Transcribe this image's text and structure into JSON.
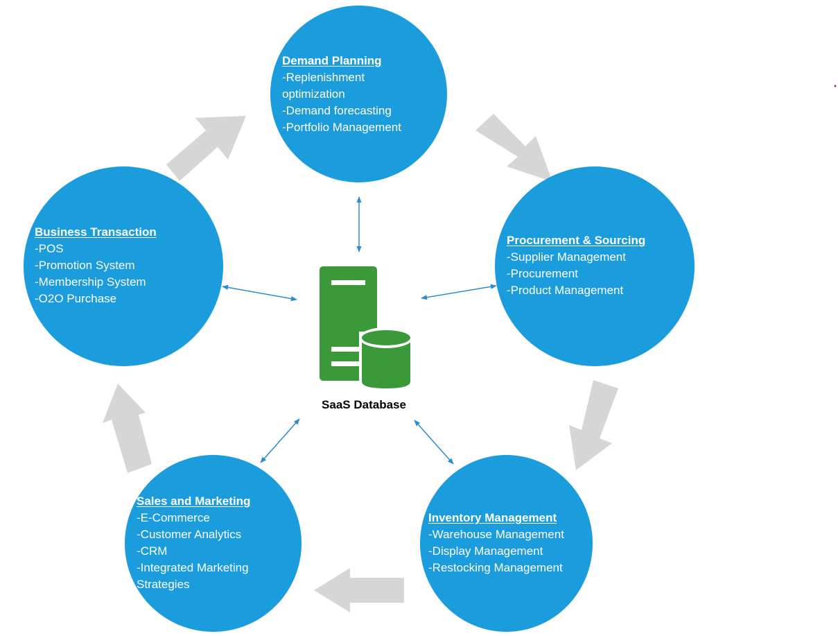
{
  "colors": {
    "node_fill": "#1b9ddd",
    "node_text": "#ffffff",
    "flow_arrow": "#d6d6d6",
    "link_arrow": "#2a8ccd",
    "database": "#3a9a3a"
  },
  "center": {
    "label": "SaaS Database",
    "icon": "database-server-icon"
  },
  "nodes": {
    "demand_planning": {
      "title": "Demand Planning",
      "items": [
        "-Replenishment",
        "optimization",
        "-Demand forecasting",
        "-Portfolio Management"
      ]
    },
    "procurement": {
      "title": "Procurement & Sourcing",
      "items": [
        "-Supplier Management",
        "-Procurement",
        "-Product Management"
      ]
    },
    "inventory": {
      "title": "Inventory Management",
      "items": [
        "-Warehouse Management",
        "-Display  Management",
        "-Restocking Management"
      ]
    },
    "sales": {
      "title": "Sales and Marketing",
      "items": [
        "-E-Commerce",
        "-Customer Analytics",
        "-CRM",
        "-Integrated Marketing",
        "Strategies"
      ]
    },
    "business": {
      "title": "Business Transaction",
      "items": [
        "-POS",
        "-Promotion System",
        "-Membership System",
        "-O2O Purchase"
      ]
    }
  }
}
